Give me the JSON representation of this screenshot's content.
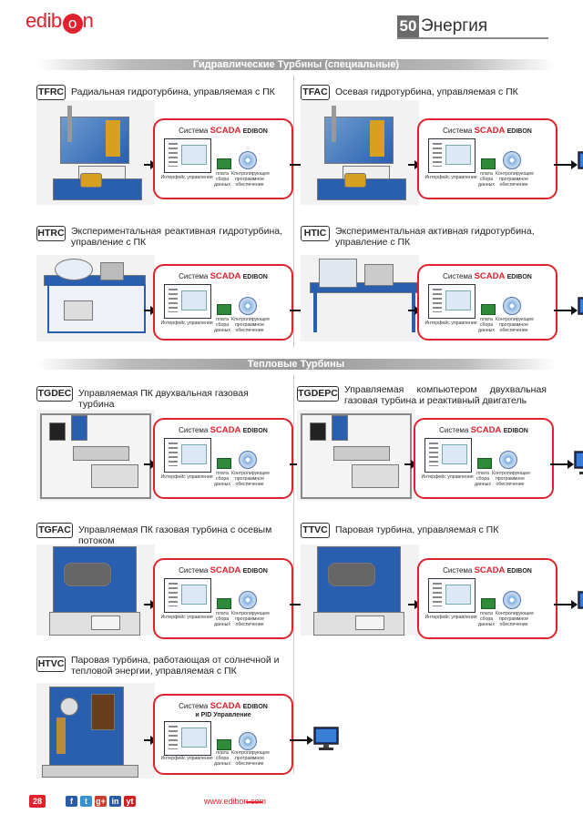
{
  "header": {
    "logo": "edibon",
    "chapter_number": "50",
    "chapter_title": "Энергия"
  },
  "sections": {
    "hydraulic": "Гидравлические Турбины (специальные)",
    "thermal": "Тепловые Турбины"
  },
  "scada": {
    "label_prefix": "Система",
    "brand": "SCADA",
    "company": "EDIBON",
    "pid_subtitle": "и PID Управление",
    "interface_label": "Интерфейс управления",
    "board_label": "плата сбора данных",
    "software_label": "Контролирующее программное обеспечение"
  },
  "products": [
    {
      "code": "TFRC",
      "title": "Радиальная гидротурбина, управляемая с ПК"
    },
    {
      "code": "TFAC",
      "title": "Осевая гидротурбина, управляемая с ПК"
    },
    {
      "code": "HTRC",
      "title": "Экспериментальная реактивная гидротурбина, управление с ПК"
    },
    {
      "code": "HTIC",
      "title": "Экспериментальная активная гидротурбина, управление с ПК"
    },
    {
      "code": "TGDEC",
      "title": "Управляемая ПК двухвальная газовая турбина"
    },
    {
      "code": "TGDEPC",
      "title": "Управляемая компьютером двухвальная газовая турбина и реактивный двигатель"
    },
    {
      "code": "TGFAC",
      "title": "Управляемая ПК газовая турбина с осевым потоком"
    },
    {
      "code": "TTVC",
      "title": "Паровая турбина, управляемая с ПК"
    },
    {
      "code": "HTVC",
      "title": "Паровая турбина, работающая от солнечной и тепловой энергии, управляемая с ПК"
    }
  ],
  "footer": {
    "page_number": "28",
    "website": "www.edibon.com",
    "social": [
      "f",
      "t",
      "g+",
      "in",
      "yt"
    ]
  },
  "colors": {
    "brand_red": "#e0222e",
    "machine_blue": "#2a5fb0",
    "social_blue": "#2b5aa7"
  }
}
